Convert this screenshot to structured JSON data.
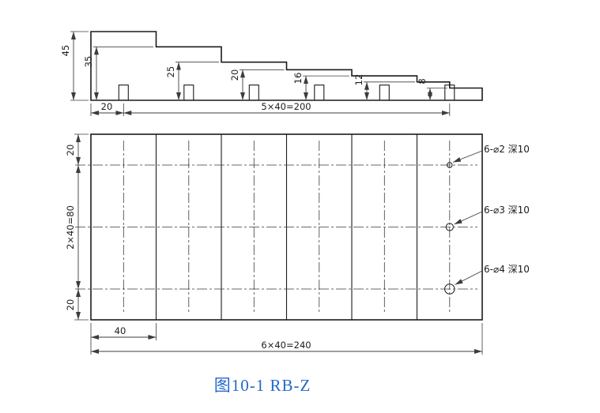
{
  "drawing": {
    "front_view": {
      "dim_total_height": "45",
      "dim_step_35": "35",
      "dim_step_25": "25",
      "dim_step_20": "20",
      "dim_step_16": "16",
      "dim_step_12": "12",
      "dim_step_8": "8",
      "dim_edge_offset": "20",
      "dim_hole_pitch": "5×40=200"
    },
    "plan_view": {
      "dim_row_top": "20",
      "dim_row_pitch": "2×40=80",
      "dim_row_bottom": "20",
      "dim_step_width": "40",
      "dim_total_length": "6×40=240",
      "hole_label_d2": "6-⌀2 深10",
      "hole_label_d3": "6-⌀3 深10",
      "hole_label_d4": "6-⌀4 深10"
    },
    "caption": "图10-1 RB-Z",
    "accent_color": "#2569C8",
    "line_color": "#1c1c1c"
  }
}
